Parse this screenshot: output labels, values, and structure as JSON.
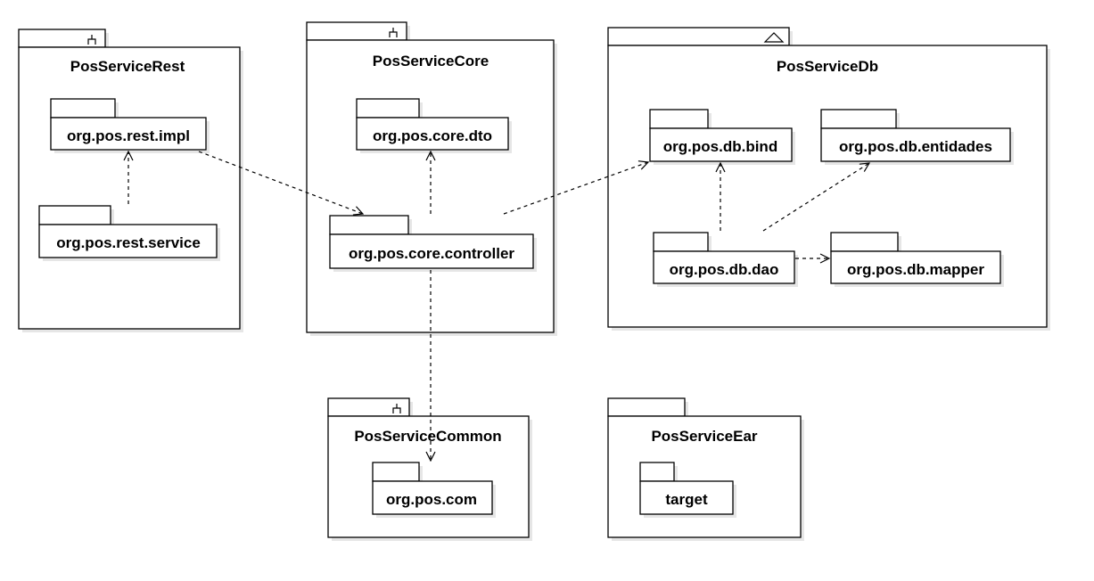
{
  "diagram": {
    "packages": {
      "rest": {
        "title": "PosServiceRest",
        "icon": "branch-icon",
        "children": [
          "org.pos.rest.impl",
          "org.pos.rest.service"
        ]
      },
      "core": {
        "title": "PosServiceCore",
        "icon": "branch-icon",
        "children": [
          "org.pos.core.dto",
          "org.pos.core.controller"
        ]
      },
      "db": {
        "title": "PosServiceDb",
        "icon": "triangle-icon",
        "children": [
          "org.pos.db.bind",
          "org.pos.db.entidades",
          "org.pos.db.dao",
          "org.pos.db.mapper"
        ]
      },
      "common": {
        "title": "PosServiceCommon",
        "icon": "branch-icon",
        "children": [
          "org.pos.com"
        ]
      },
      "ear": {
        "title": "PosServiceEar",
        "children": [
          "target"
        ]
      }
    },
    "dependencies": [
      {
        "from": "org.pos.rest.service",
        "to": "org.pos.rest.impl"
      },
      {
        "from": "org.pos.rest.impl",
        "to": "org.pos.core.controller"
      },
      {
        "from": "org.pos.core.controller",
        "to": "org.pos.core.dto"
      },
      {
        "from": "org.pos.core.controller",
        "to": "org.pos.db.bind"
      },
      {
        "from": "org.pos.core.controller",
        "to": "org.pos.com"
      },
      {
        "from": "org.pos.db.dao",
        "to": "org.pos.db.bind"
      },
      {
        "from": "org.pos.db.dao",
        "to": "org.pos.db.entidades"
      },
      {
        "from": "org.pos.db.dao",
        "to": "org.pos.db.mapper"
      }
    ],
    "colors": {
      "line": "#000000",
      "fill": "#ffffff",
      "shadow": "#e6e6e6"
    }
  }
}
